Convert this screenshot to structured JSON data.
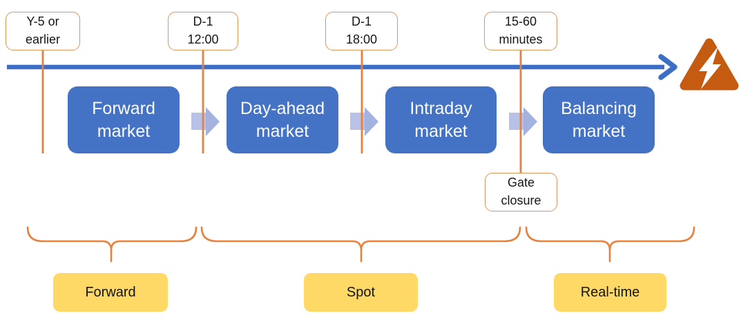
{
  "milestones": [
    {
      "label": "Y-5 or\nearlier"
    },
    {
      "label": "D-1\n12:00"
    },
    {
      "label": "D-1\n18:00"
    },
    {
      "label": "15-60\nminutes"
    }
  ],
  "stages": [
    {
      "label": "Forward\nmarket"
    },
    {
      "label": "Day-ahead\nmarket"
    },
    {
      "label": "Intraday\nmarket"
    },
    {
      "label": "Balancing\nmarket"
    }
  ],
  "annotations": {
    "gate_closure": "Gate\nclosure"
  },
  "phases": [
    {
      "label": "Forward"
    },
    {
      "label": "Spot"
    },
    {
      "label": "Real-time"
    }
  ],
  "icons": {
    "timeline": "right-arrow-timeline",
    "stage_connector": "chevron-right-arrow",
    "warning": "lightning-warning-triangle"
  },
  "colors": {
    "stage_blue": "#4472C4",
    "timeline_blue": "#3D6EC5",
    "accent_orange": "#E8813B",
    "callout_border_orange": "#DD9557",
    "warning_orange": "#C55A11",
    "phase_yellow": "#FFD966",
    "connector_tail": "#B8C2E7",
    "connector_head": "#A4B2E0"
  }
}
